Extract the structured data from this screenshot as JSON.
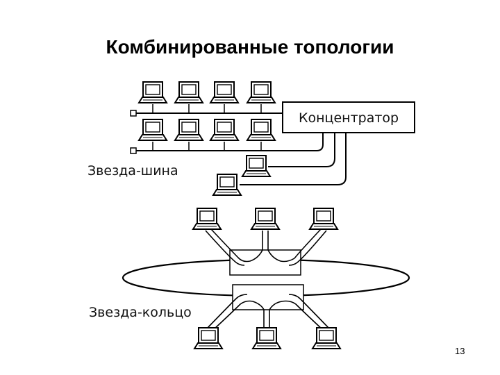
{
  "slide": {
    "title": "Комбинированные топологии",
    "page_number": "13"
  },
  "diagram": {
    "hub_label": "Концентратор",
    "star_bus_label": "Звезда-шина",
    "star_ring_label": "Звезда-кольцо"
  }
}
